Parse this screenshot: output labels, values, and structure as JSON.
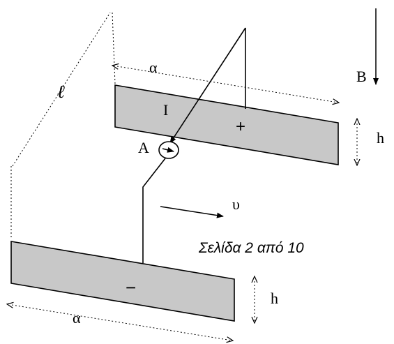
{
  "labels": {
    "alpha_top": "α",
    "alpha_bottom": "α",
    "ell": "ℓ",
    "field_B": "B",
    "current_I": "I",
    "plus_sign": "+",
    "minus_sign": "−",
    "height_top": "h",
    "height_bottom": "h",
    "ammeter_A": "A",
    "velocity": "υ",
    "page_number": "Σελίδα 2 από 10"
  },
  "colors": {
    "plate_fill": "#c8c8c8",
    "line": "#000000"
  }
}
